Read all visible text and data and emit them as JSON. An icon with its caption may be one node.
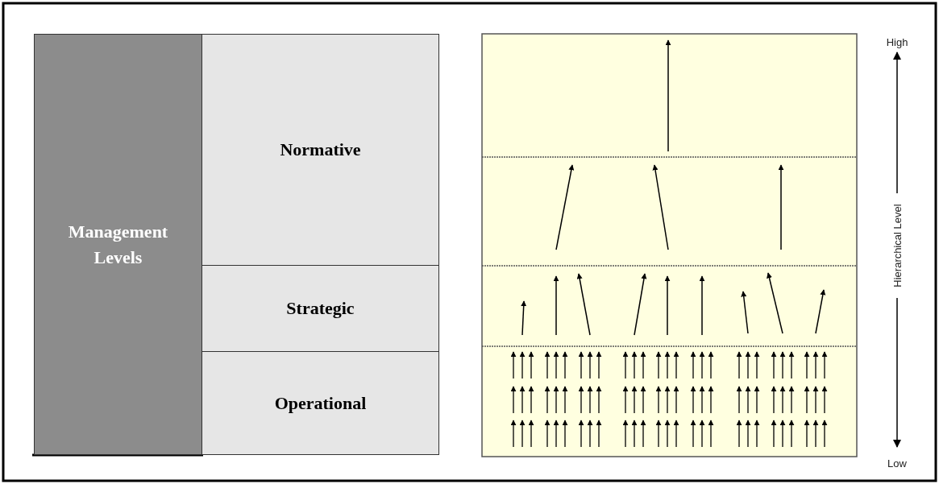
{
  "diagram": {
    "nodes": [
      {
        "text": [
          "Management Levels"
        ]
      },
      {
        "text": [
          "Normative"
        ]
      },
      {
        "text": [
          "Strategic"
        ]
      },
      {
        "text": [
          "Operational"
        ]
      }
    ],
    "labels": [
      "High",
      "Hierarchical Level",
      "Low"
    ]
  }
}
